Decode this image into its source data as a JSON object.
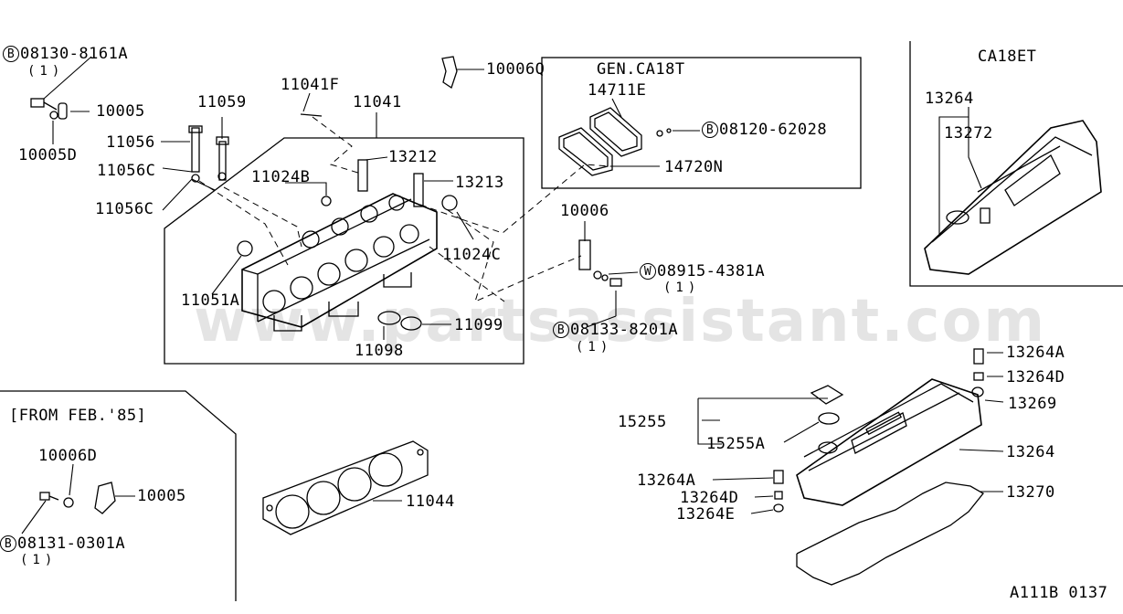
{
  "watermark": "www.partsassistant.com",
  "diagram_code": "A111B 0137",
  "sections": {
    "gen_ca18t": "GEN.CA18T",
    "ca18et": "CA18ET",
    "from_feb85": "[FROM FEB.'85]"
  },
  "circle_letters": {
    "b": "B",
    "w": "W"
  },
  "parts": {
    "p08130": "08130-8161A",
    "p08130_qty": "(1)",
    "p10005_top": "10005",
    "p10005d": "10005D",
    "p11056": "11056",
    "p11056c_1": "11056C",
    "p11056c_2": "11056C",
    "p11059": "11059",
    "p11041f": "11041F",
    "p11041": "11041",
    "p13212": "13212",
    "p11024b": "11024B",
    "p13213": "13213",
    "p11024c": "11024C",
    "p11051a": "11051A",
    "p11099": "11099",
    "p11098": "11098",
    "p10006q": "10006Q",
    "p14711e": "14711E",
    "p08120": "08120-62028",
    "p14720n": "14720N",
    "p10006": "10006",
    "p08915": "08915-4381A",
    "p08915_qty": "(1)",
    "p08133": "08133-8201A",
    "p08133_qty": "(1)",
    "p13264_ca": "13264",
    "p13272": "13272",
    "p13264a_r": "13264A",
    "p13264d_r": "13264D",
    "p13269": "13269",
    "p15255": "15255",
    "p15255a": "15255A",
    "p13264_main": "13264",
    "p13264a_l": "13264A",
    "p13270": "13270",
    "p13264d_l": "13264D",
    "p13264e": "13264E",
    "p10006d": "10006D",
    "p10005_low": "10005",
    "p08131": "08131-0301A",
    "p08131_qty": "(1)",
    "p11044": "11044"
  }
}
